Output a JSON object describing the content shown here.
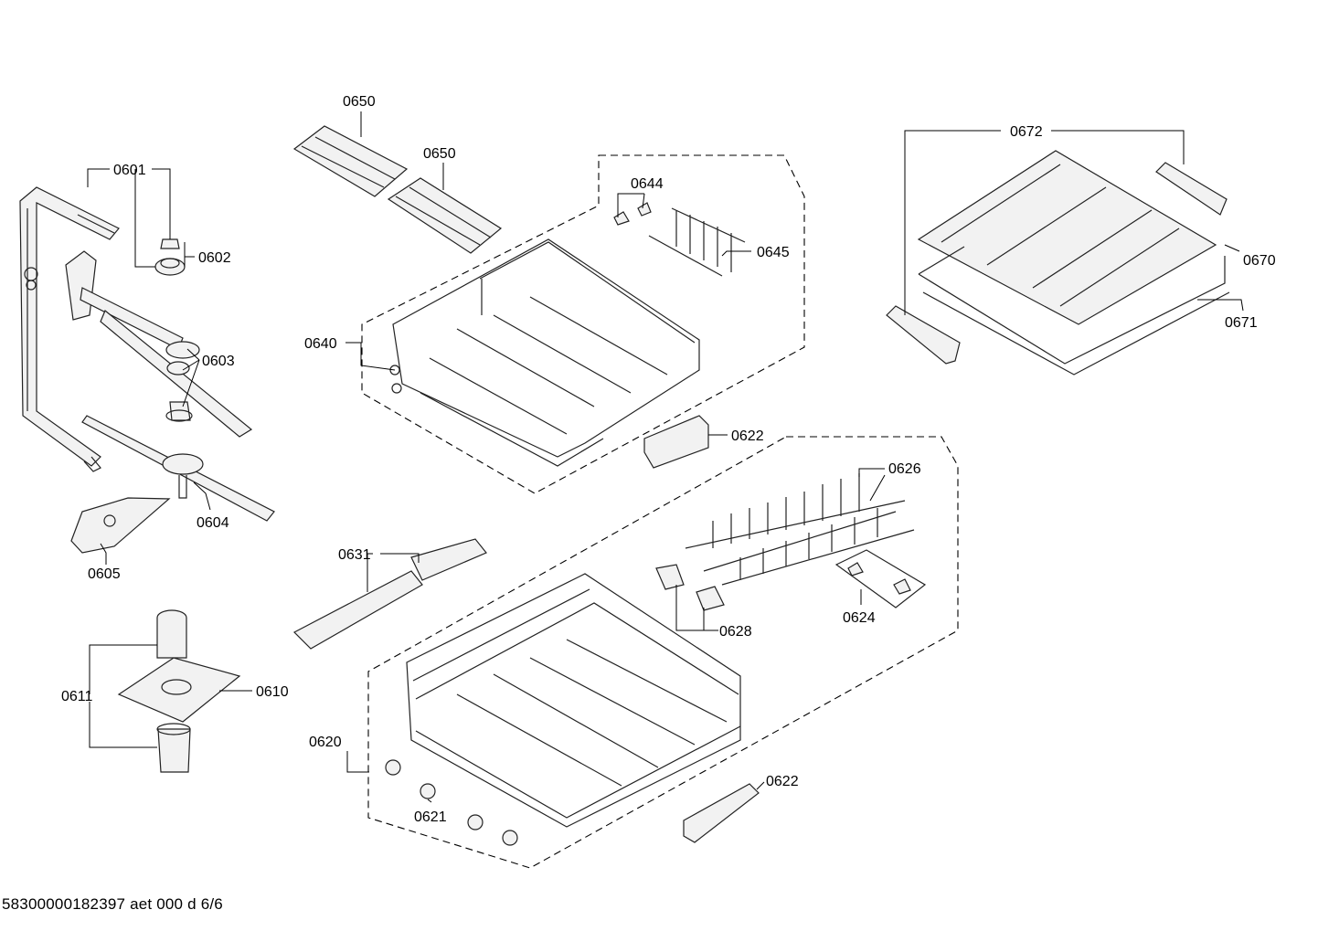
{
  "footer": {
    "doc_id": "58300000182397 aet 000 d 6/6"
  },
  "parts": {
    "p0601": "0601",
    "p0602": "0602",
    "p0603": "0603",
    "p0604": "0604",
    "p0605": "0605",
    "p0611": "0611",
    "p0610": "0610",
    "p0650a": "0650",
    "p0650b": "0650",
    "p0644": "0644",
    "p0645": "0645",
    "p0640": "0640",
    "p0622a": "0622",
    "p0672": "0672",
    "p0670": "0670",
    "p0671": "0671",
    "p0626": "0626",
    "p0631": "0631",
    "p0628": "0628",
    "p0624": "0624",
    "p0620": "0620",
    "p0621": "0621",
    "p0622b": "0622"
  }
}
